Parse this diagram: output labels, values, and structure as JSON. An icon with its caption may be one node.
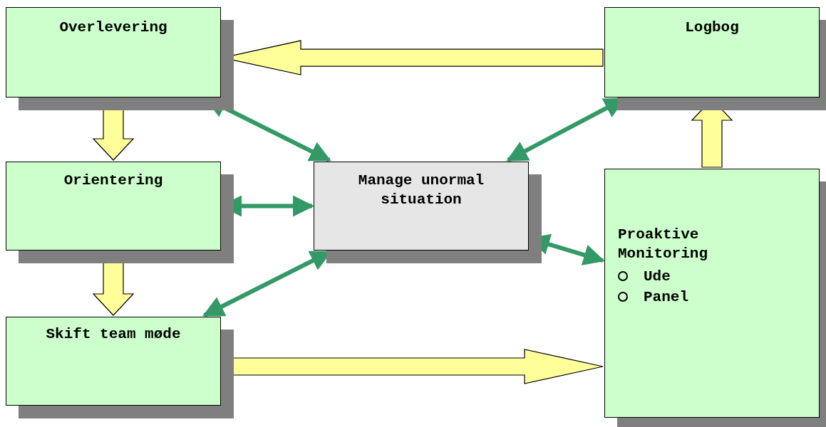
{
  "diagram": {
    "nodes": [
      {
        "text": [
          "Overlevering"
        ]
      },
      {
        "text": [
          "Logbog"
        ]
      },
      {
        "text": [
          "Orientering"
        ]
      },
      {
        "text": [
          "Manage unormal situation"
        ]
      },
      {
        "text": [
          "Proaktive Monitoring",
          "Ude",
          "Panel"
        ]
      },
      {
        "text": [
          "Skift team møde"
        ]
      }
    ],
    "edges": [
      {
        "from": 1,
        "to": 0,
        "arrow": "to",
        "style": "thick",
        "color": "#ffff99"
      },
      {
        "from": 0,
        "to": 2,
        "arrow": "to",
        "style": "thick",
        "color": "#ffff99"
      },
      {
        "from": 2,
        "to": 5,
        "arrow": "to",
        "style": "thick",
        "color": "#ffff99"
      },
      {
        "from": 5,
        "to": 4,
        "arrow": "to",
        "style": "thick",
        "color": "#ffff99"
      },
      {
        "from": 4,
        "to": 1,
        "arrow": "to",
        "style": "thick",
        "color": "#ffff99"
      },
      {
        "from": 0,
        "to": 3,
        "arrow": "both",
        "color": "#339966"
      },
      {
        "from": 2,
        "to": 3,
        "arrow": "both",
        "color": "#339966"
      },
      {
        "from": 5,
        "to": 3,
        "arrow": "both",
        "color": "#339966"
      },
      {
        "from": 1,
        "to": 3,
        "arrow": "both",
        "color": "#339966"
      },
      {
        "from": 4,
        "to": 3,
        "arrow": "both",
        "color": "#339966"
      }
    ]
  }
}
